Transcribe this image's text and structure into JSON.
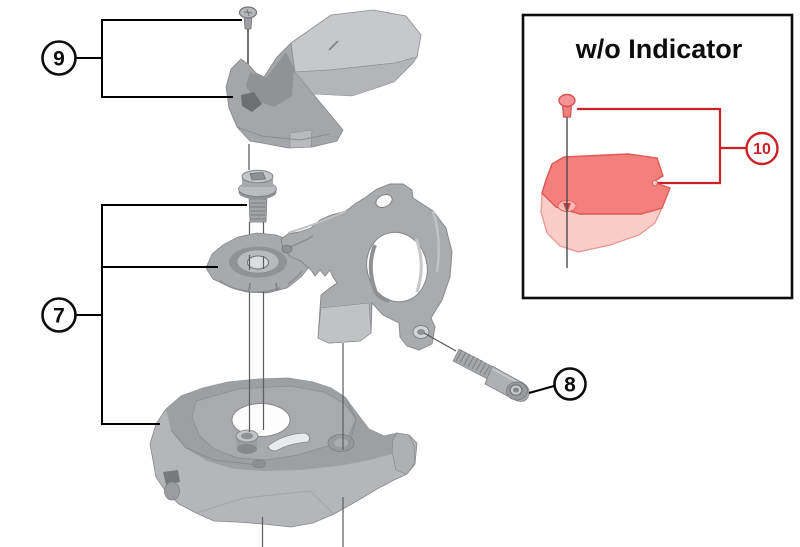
{
  "page": {
    "width": "800",
    "height": "547",
    "background": "#FFFFFF",
    "kind": "exploded-parts-diagram"
  },
  "callouts": {
    "c9": {
      "label": "9"
    },
    "c7": {
      "label": "7"
    },
    "c8": {
      "label": "8"
    },
    "c10": {
      "label": "10"
    }
  },
  "inset": {
    "title": "w/o Indicator"
  },
  "colors": {
    "leader_line": "#000000",
    "accent_red": "#CB2026",
    "red_part_top": "#F4807E",
    "red_part_front": "#FACDC8",
    "gray_part": "#A9ABAE",
    "gray_part_light": "#C6C8CB",
    "gray_part_dark": "#8E9093",
    "background": "#FFFFFF"
  }
}
